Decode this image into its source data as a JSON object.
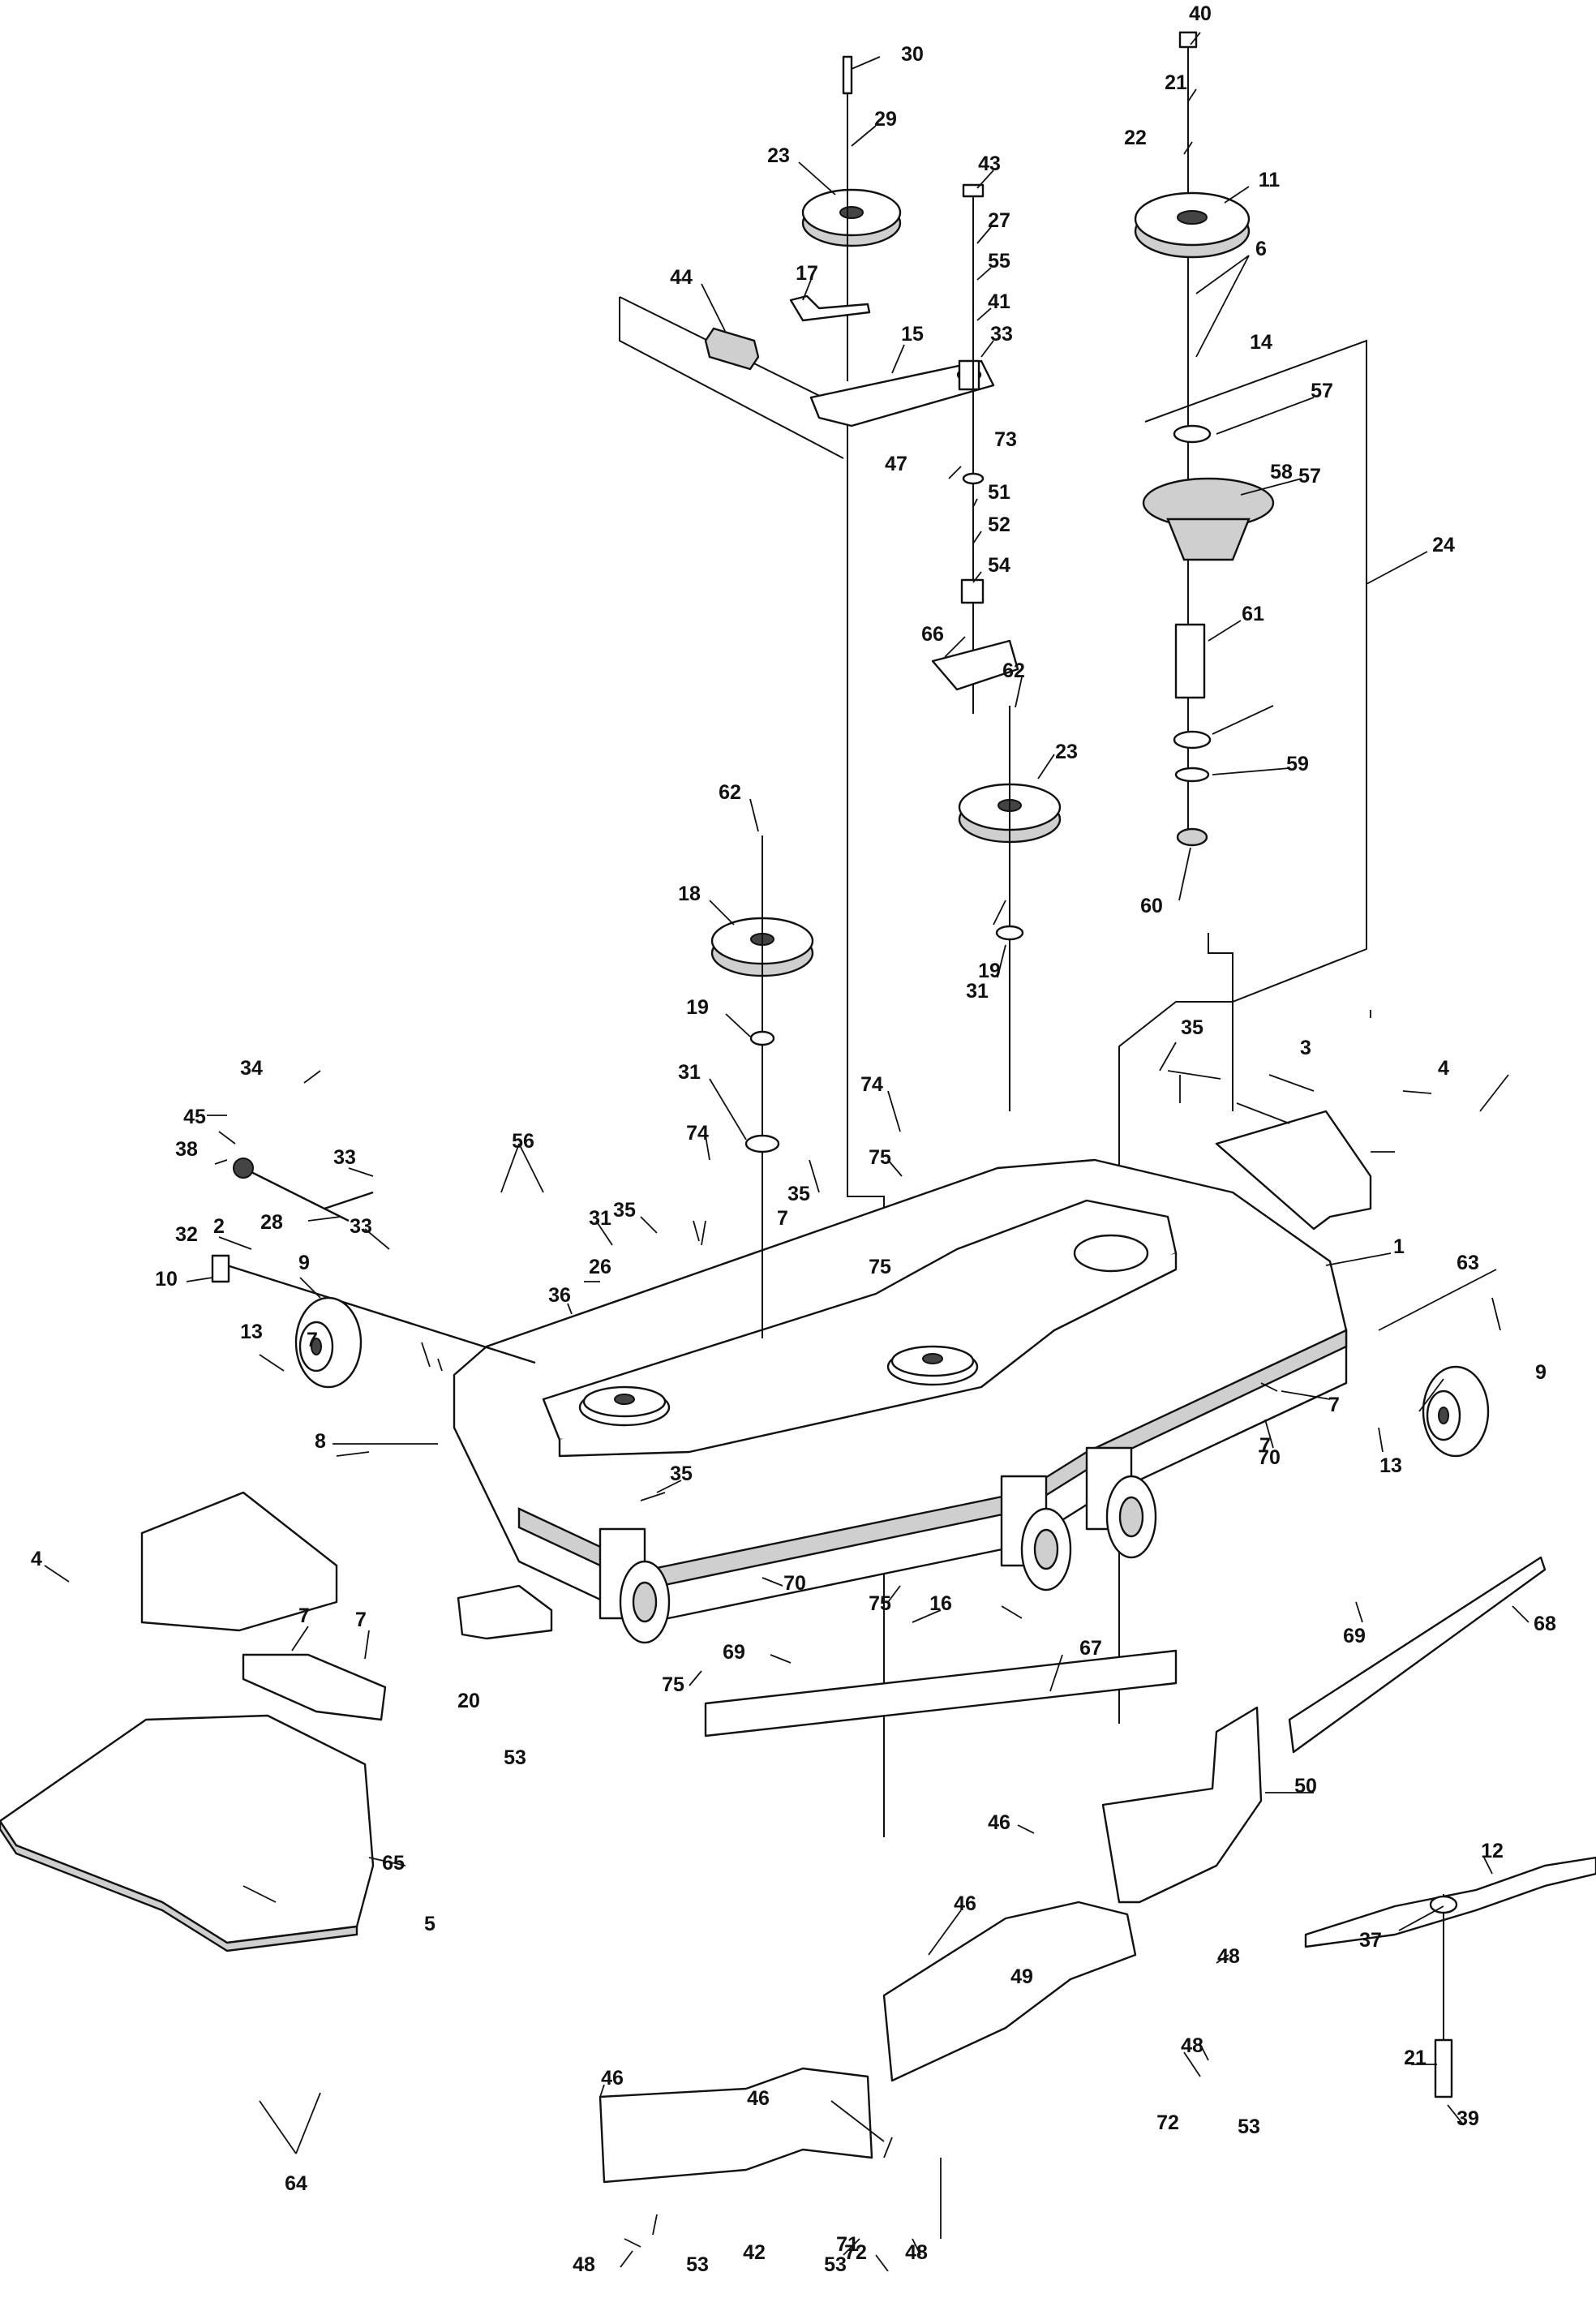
{
  "callouts": [
    {
      "label": "1"
    },
    {
      "label": "2"
    },
    {
      "label": "3"
    },
    {
      "label": "4"
    },
    {
      "label": "4"
    },
    {
      "label": "5"
    },
    {
      "label": "6"
    },
    {
      "label": "7"
    },
    {
      "label": "7"
    },
    {
      "label": "7"
    },
    {
      "label": "7"
    },
    {
      "label": "7"
    },
    {
      "label": "7"
    },
    {
      "label": "8"
    },
    {
      "label": "9"
    },
    {
      "label": "9"
    },
    {
      "label": "10"
    },
    {
      "label": "11"
    },
    {
      "label": "12"
    },
    {
      "label": "13"
    },
    {
      "label": "13"
    },
    {
      "label": "14"
    },
    {
      "label": "15"
    },
    {
      "label": "16"
    },
    {
      "label": "17"
    },
    {
      "label": "18"
    },
    {
      "label": "19"
    },
    {
      "label": "19"
    },
    {
      "label": "20"
    },
    {
      "label": "21"
    },
    {
      "label": "21"
    },
    {
      "label": "22"
    },
    {
      "label": "23"
    },
    {
      "label": "23"
    },
    {
      "label": "24"
    },
    {
      "label": "26"
    },
    {
      "label": "27"
    },
    {
      "label": "28"
    },
    {
      "label": "29"
    },
    {
      "label": "30"
    },
    {
      "label": "31"
    },
    {
      "label": "31"
    },
    {
      "label": "31"
    },
    {
      "label": "32"
    },
    {
      "label": "33"
    },
    {
      "label": "33"
    },
    {
      "label": "33"
    },
    {
      "label": "34"
    },
    {
      "label": "35"
    },
    {
      "label": "35"
    },
    {
      "label": "35"
    },
    {
      "label": "35"
    },
    {
      "label": "36"
    },
    {
      "label": "37"
    },
    {
      "label": "38"
    },
    {
      "label": "39"
    },
    {
      "label": "40"
    },
    {
      "label": "41"
    },
    {
      "label": "42"
    },
    {
      "label": "43"
    },
    {
      "label": "44"
    },
    {
      "label": "45"
    },
    {
      "label": "46"
    },
    {
      "label": "46"
    },
    {
      "label": "46"
    },
    {
      "label": "46"
    },
    {
      "label": "47"
    },
    {
      "label": "48"
    },
    {
      "label": "48"
    },
    {
      "label": "48"
    },
    {
      "label": "48"
    },
    {
      "label": "49"
    },
    {
      "label": "50"
    },
    {
      "label": "51"
    },
    {
      "label": "52"
    },
    {
      "label": "53"
    },
    {
      "label": "53"
    },
    {
      "label": "53"
    },
    {
      "label": "53"
    },
    {
      "label": "54"
    },
    {
      "label": "55"
    },
    {
      "label": "56"
    },
    {
      "label": "57"
    },
    {
      "label": "57"
    },
    {
      "label": "58"
    },
    {
      "label": "59"
    },
    {
      "label": "60"
    },
    {
      "label": "61"
    },
    {
      "label": "62"
    },
    {
      "label": "62"
    },
    {
      "label": "63"
    },
    {
      "label": "64"
    },
    {
      "label": "65"
    },
    {
      "label": "66"
    },
    {
      "label": "67"
    },
    {
      "label": "68"
    },
    {
      "label": "69"
    },
    {
      "label": "69"
    },
    {
      "label": "70"
    },
    {
      "label": "70"
    },
    {
      "label": "71"
    },
    {
      "label": "72"
    },
    {
      "label": "72"
    },
    {
      "label": "73"
    },
    {
      "label": "74"
    },
    {
      "label": "74"
    },
    {
      "label": "75"
    },
    {
      "label": "75"
    },
    {
      "label": "75"
    },
    {
      "label": "75"
    }
  ]
}
